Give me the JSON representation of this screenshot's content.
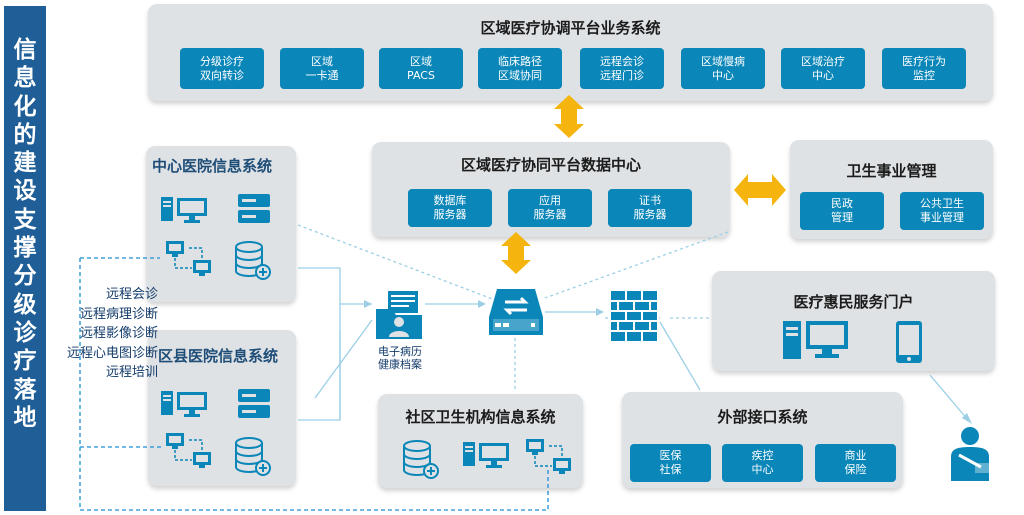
{
  "sidebar": {
    "text": "信\n息\n化\n的\n建\n设\n支\n撑\n分\n级\n诊\n疗\n落\n地"
  },
  "top_panel": {
    "title": "区域医疗协调平台业务系统",
    "buttons": [
      "分级诊疗\n双向转诊",
      "区域\n一卡通",
      "区域\nPACS",
      "临床路径\n区域协同",
      "远程会诊\n远程门诊",
      "区域慢病\n中心",
      "区域治疗\n中心",
      "医疗行为\n监控"
    ]
  },
  "data_center": {
    "title": "区域医疗协同平台数据中心",
    "buttons": [
      "数据库\n服务器",
      "应用\n服务器",
      "证书\n服务器"
    ]
  },
  "health_mgmt": {
    "title": "卫生事业管理",
    "buttons": [
      "民政\n管理",
      "公共卫生\n事业管理"
    ]
  },
  "central_hospital": {
    "title": "中心医院信息系统"
  },
  "county_hospital": {
    "title": "区县医院信息系统"
  },
  "community": {
    "title": "社区卫生机构信息系统"
  },
  "portal": {
    "title": "医疗惠民服务门户"
  },
  "external": {
    "title": "外部接口系统",
    "buttons": [
      "医保\n社保",
      "疾控\n中心",
      "商业\n保险"
    ]
  },
  "ehr": {
    "label": "电子病历\n健康档案"
  },
  "remote_services": {
    "text": "远程会诊\n远程病理诊断\n远程影像诊断\n远程心电图诊断\n远程培训"
  },
  "colors": {
    "accent": "#0a86b8",
    "sidebar": "#1f5e96",
    "arrow": "#f5b50e",
    "panel": "#dfe2e5"
  }
}
